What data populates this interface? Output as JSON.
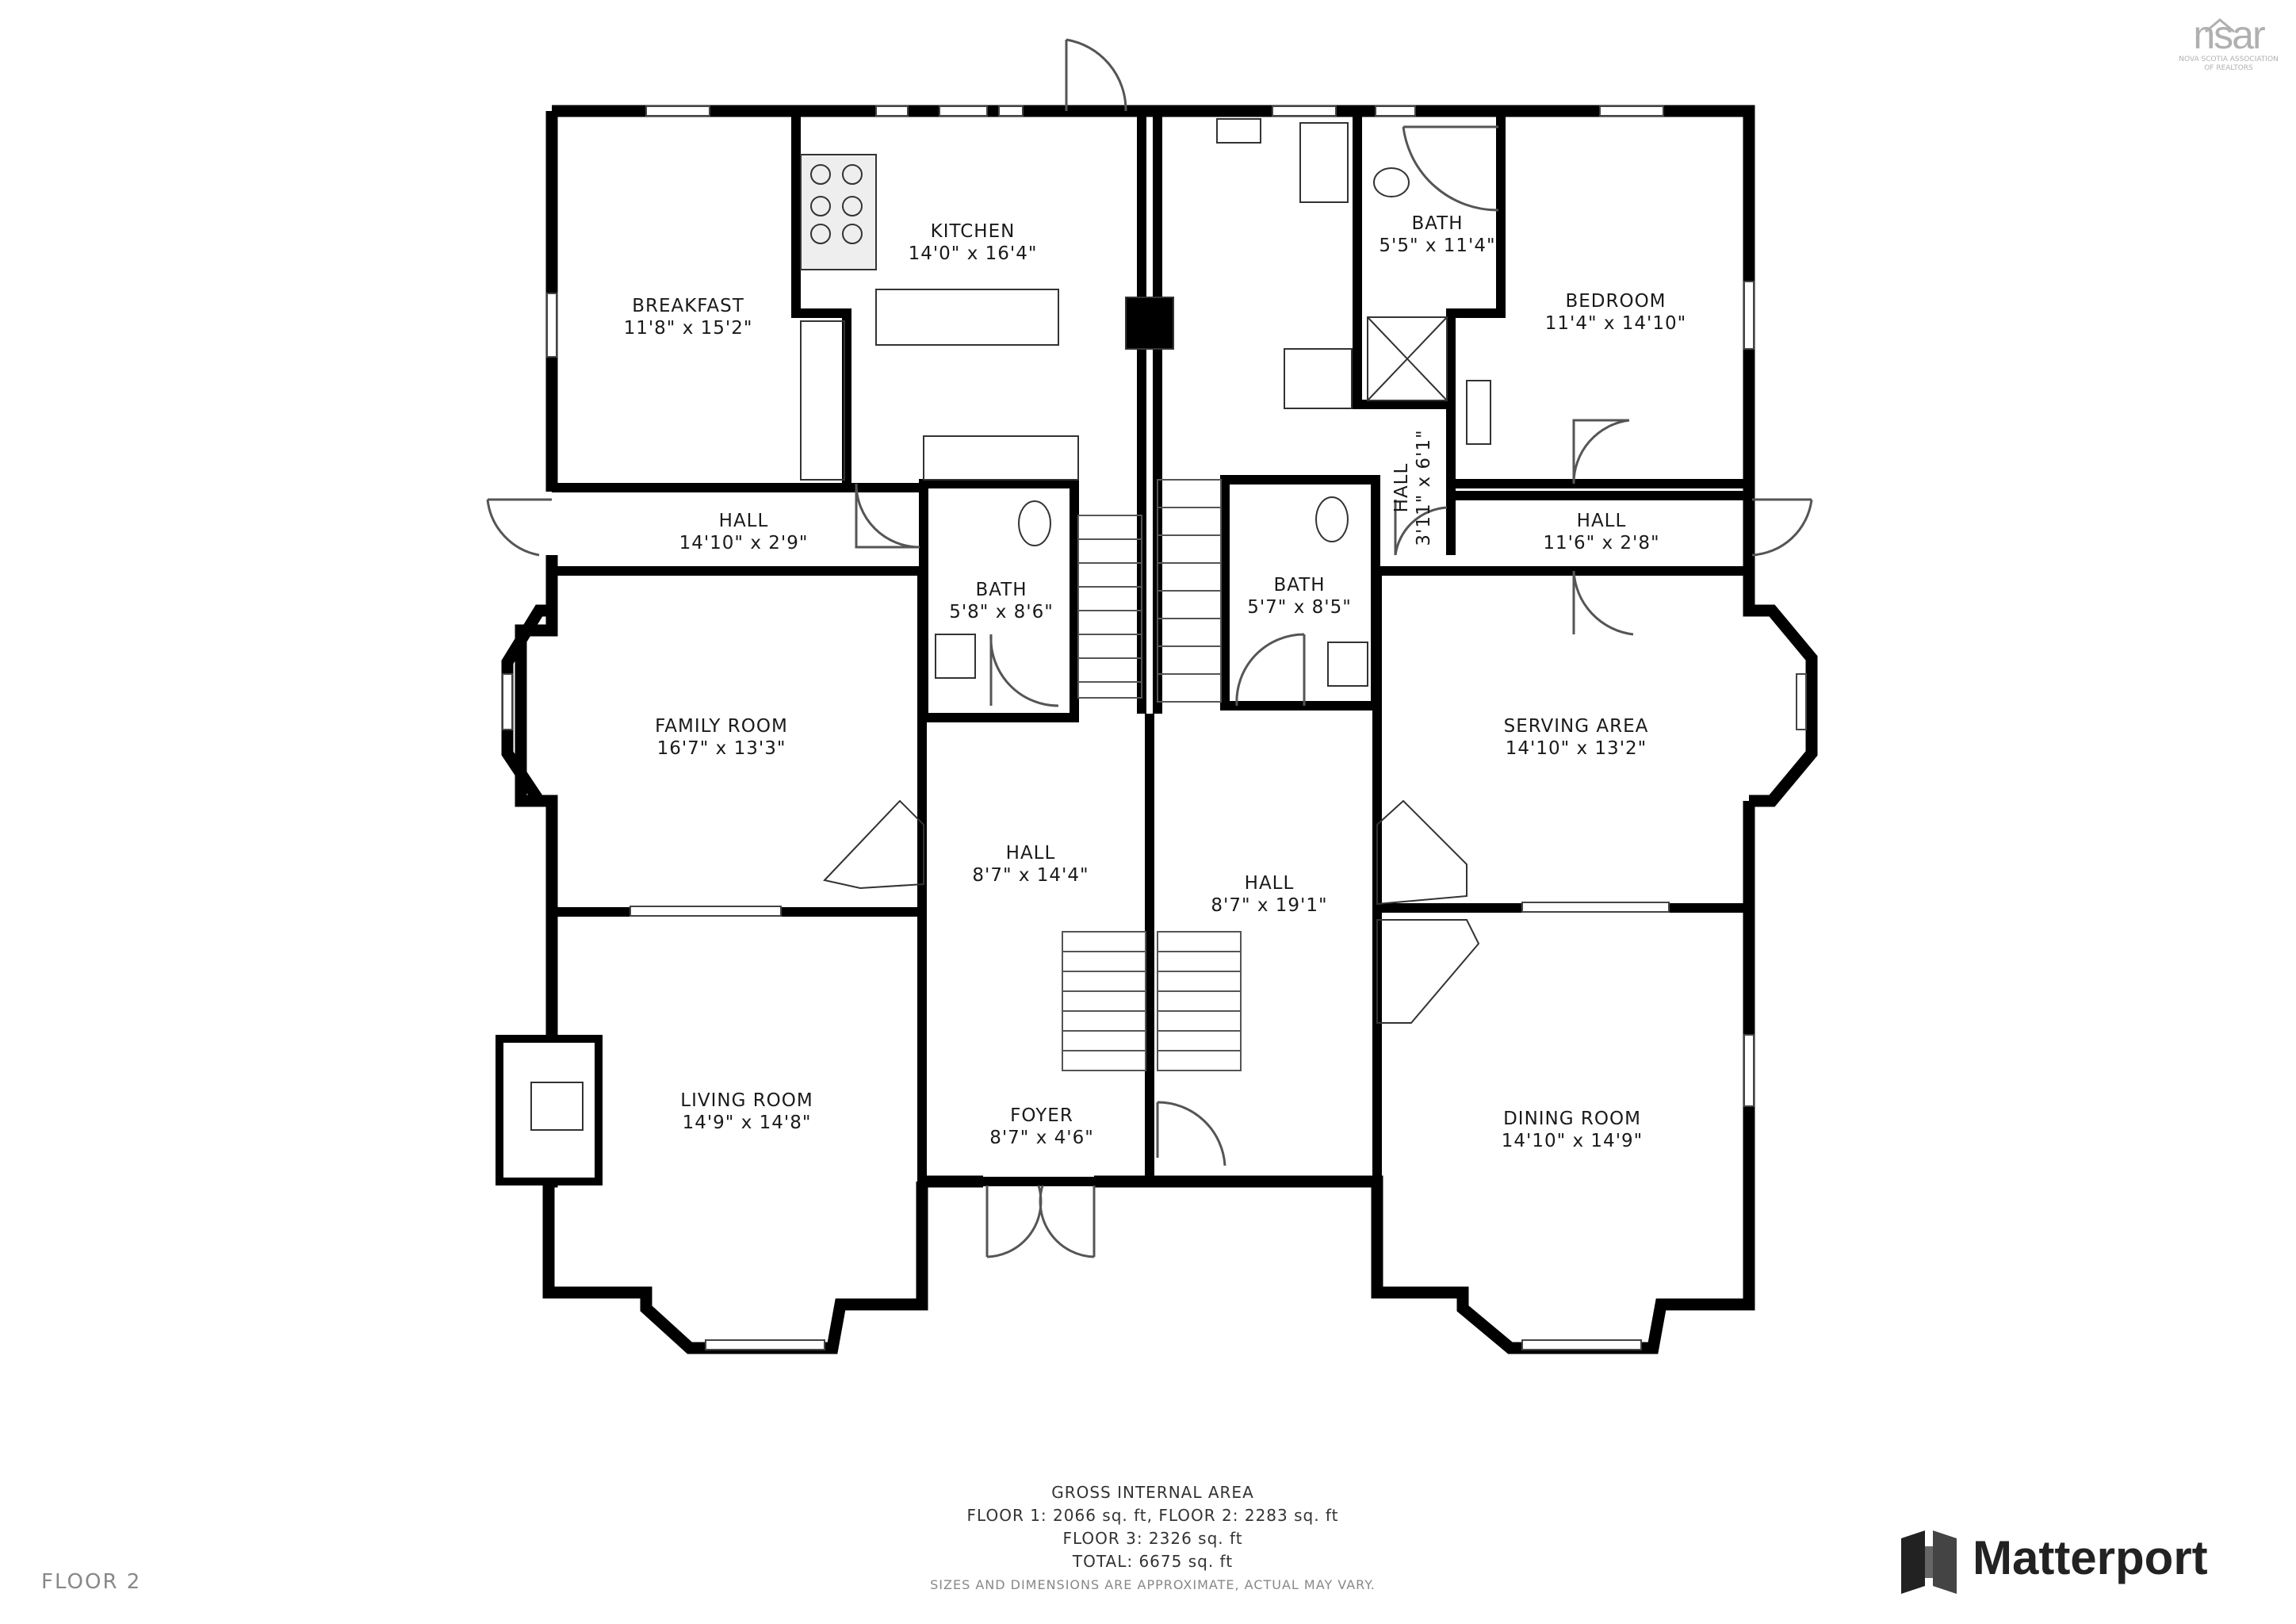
{
  "rooms": {
    "breakfast": {
      "name": "BREAKFAST",
      "dim": "11'8\" x 15'2\""
    },
    "kitchen": {
      "name": "KITCHEN",
      "dim": "14'0\" x 16'4\""
    },
    "bath_upper": {
      "name": "BATH",
      "dim": "5'5\" x 11'4\""
    },
    "bedroom": {
      "name": "BEDROOM",
      "dim": "11'4\" x 14'10\""
    },
    "hall_left": {
      "name": "HALL",
      "dim": "14'10\" x 2'9\""
    },
    "bath_left": {
      "name": "BATH",
      "dim": "5'8\" x 8'6\""
    },
    "bath_right": {
      "name": "BATH",
      "dim": "5'7\" x 8'5\""
    },
    "hall_narrow": {
      "name": "HALL",
      "dim": "3'11\" x 6'1\""
    },
    "hall_right": {
      "name": "HALL",
      "dim": "11'6\" x 2'8\""
    },
    "family_room": {
      "name": "FAMILY ROOM",
      "dim": "16'7\" x 13'3\""
    },
    "serving_area": {
      "name": "SERVING AREA",
      "dim": "14'10\" x 13'2\""
    },
    "hall_center_left": {
      "name": "HALL",
      "dim": "8'7\" x 14'4\""
    },
    "hall_center_right": {
      "name": "HALL",
      "dim": "8'7\" x 19'1\""
    },
    "living_room": {
      "name": "LIVING ROOM",
      "dim": "14'9\" x 14'8\""
    },
    "foyer": {
      "name": "FOYER",
      "dim": "8'7\" x 4'6\""
    },
    "dining_room": {
      "name": "DINING ROOM",
      "dim": "14'10\" x 14'9\""
    }
  },
  "summary": {
    "title": "GROSS INTERNAL AREA",
    "line1": "FLOOR 1: 2066 sq. ft, FLOOR 2: 2283 sq. ft",
    "line2": "FLOOR 3: 2326 sq. ft",
    "line3": "TOTAL: 6675 sq. ft",
    "disclaimer": "SIZES AND DIMENSIONS ARE APPROXIMATE, ACTUAL MAY VARY."
  },
  "floor_label": "FLOOR 2",
  "branding": {
    "matterport": "Matterport",
    "nsar_mark": "nsar",
    "nsar_sub1": "NOVA SCOTIA ASSOCIATION",
    "nsar_sub2": "OF REALTORS"
  },
  "colors": {
    "wall": "#000000",
    "fixture": "#333333",
    "window": "#ffffff",
    "logo_gray": "#b0b0b0"
  }
}
